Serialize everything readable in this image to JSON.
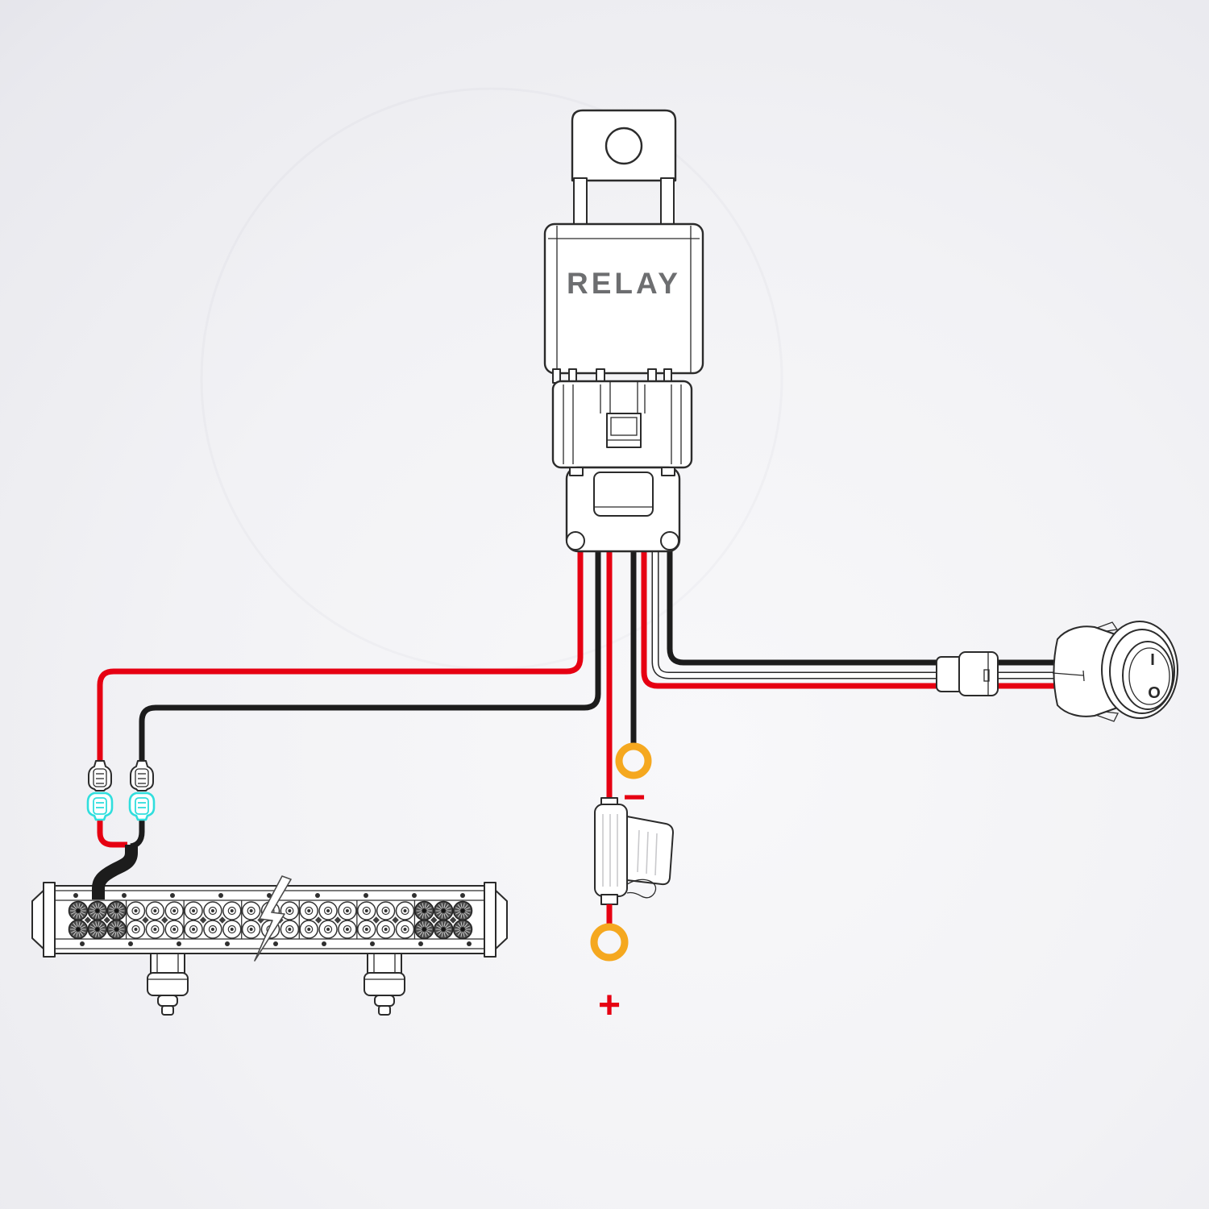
{
  "relay": {
    "label": "RELAY"
  },
  "terminals": {
    "negative_label": "−",
    "positive_label": "+"
  },
  "rocker_switch": {
    "on_label": "I",
    "off_label": "O"
  },
  "colors": {
    "red": "#e60012",
    "black": "#1c1c1c",
    "line": "#2b2b2b",
    "cyan": "#30dedd",
    "orange": "#f5a81f",
    "relay_text": "#6d6e70"
  },
  "light_bar": {
    "rows": 2,
    "groups": 7,
    "leds_per_group": 3,
    "spot_groups": [
      0,
      6
    ],
    "total_leds": 42
  }
}
